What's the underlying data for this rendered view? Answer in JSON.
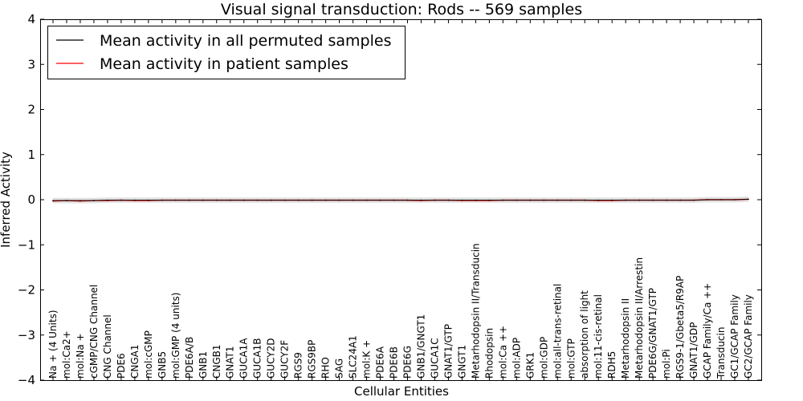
{
  "chart_data": {
    "type": "line",
    "title": "Visual signal transduction: Rods -- 569 samples",
    "xlabel": "Cellular Entities",
    "ylabel": "Inferred Activity",
    "ylim": [
      -4,
      4
    ],
    "yticks": [
      -4,
      -3,
      -2,
      -1,
      0,
      1,
      2,
      3,
      4
    ],
    "ytick_labels": [
      "−4",
      "−3",
      "−2",
      "−1",
      "0",
      "1",
      "2",
      "3",
      "4"
    ],
    "grid": false,
    "legend_position": "top-left",
    "categories": [
      "Na + (4 Units)",
      "mol:Ca2+",
      "mol:Na +",
      "cGMP/CNG Channel",
      "CNG Channel",
      "PDE6",
      "CNGA1",
      "mol:cGMP",
      "GNB5",
      "mol:GMP (4 units)",
      "PDE6A/B",
      "GNB1",
      "CNGB1",
      "GNAT1",
      "GUCA1A",
      "GUCA1B",
      "GUCY2D",
      "GUCY2F",
      "RGS9",
      "RGS9BP",
      "RHO",
      "SAG",
      "SLC24A1",
      "mol:K +",
      "PDE6A",
      "PDE6B",
      "PDE6G",
      "GNB1/GNGT1",
      "GUCA1C",
      "GNAT1/GTP",
      "GNGT1",
      "Metarhodopsin II/Transducin",
      "Rhodopsin",
      "mol:Ca ++",
      "mol:ADP",
      "GRK1",
      "mol:GDP",
      "mol:all-trans-retinal",
      "mol:GTP",
      "absorption of light",
      "mol:11-cis-retinal",
      "RDH5",
      "Metarhodopsin II",
      "Metarhodopsin II/Arrestin",
      "PDE6G/GNAT1/GTP",
      "mol:Pi",
      "RGS9-1/Gbeta5/R9AP",
      "GNAT1/GDP",
      "GCAP Family/Ca ++",
      "Transducin",
      "GC1/GCAP Family",
      "GC2/GCAP Family"
    ],
    "series": [
      {
        "name": "Mean activity in all permuted samples",
        "color": "#000000",
        "values": [
          -0.02,
          -0.02,
          -0.02,
          -0.02,
          -0.01,
          -0.01,
          -0.01,
          -0.01,
          -0.01,
          -0.01,
          -0.01,
          -0.01,
          -0.01,
          -0.01,
          -0.01,
          -0.01,
          -0.01,
          -0.01,
          -0.01,
          -0.01,
          -0.01,
          -0.01,
          -0.01,
          -0.01,
          -0.01,
          -0.01,
          -0.01,
          -0.01,
          -0.01,
          -0.01,
          -0.01,
          -0.01,
          -0.01,
          -0.01,
          -0.01,
          -0.01,
          -0.01,
          -0.01,
          -0.01,
          -0.01,
          -0.01,
          -0.01,
          -0.01,
          -0.01,
          -0.01,
          -0.01,
          -0.01,
          -0.01,
          0.0,
          0.0,
          0.0,
          0.01
        ]
      },
      {
        "name": "Mean activity in patient samples",
        "color": "#ff0000",
        "values": [
          -0.03,
          -0.02,
          -0.03,
          -0.02,
          -0.02,
          -0.01,
          -0.02,
          -0.02,
          -0.01,
          -0.01,
          -0.01,
          -0.01,
          -0.01,
          -0.01,
          -0.01,
          -0.01,
          -0.01,
          -0.01,
          -0.01,
          -0.01,
          -0.01,
          -0.01,
          -0.01,
          -0.01,
          -0.01,
          -0.01,
          -0.01,
          -0.02,
          -0.01,
          -0.01,
          -0.02,
          -0.02,
          -0.02,
          -0.01,
          -0.01,
          -0.01,
          -0.01,
          -0.01,
          -0.01,
          -0.01,
          -0.02,
          -0.02,
          -0.01,
          -0.01,
          -0.01,
          -0.01,
          -0.01,
          -0.01,
          0.0,
          0.0,
          0.0,
          0.01
        ]
      }
    ],
    "band_color": "#d3d3d3",
    "band_halfwidth": 0.06
  }
}
